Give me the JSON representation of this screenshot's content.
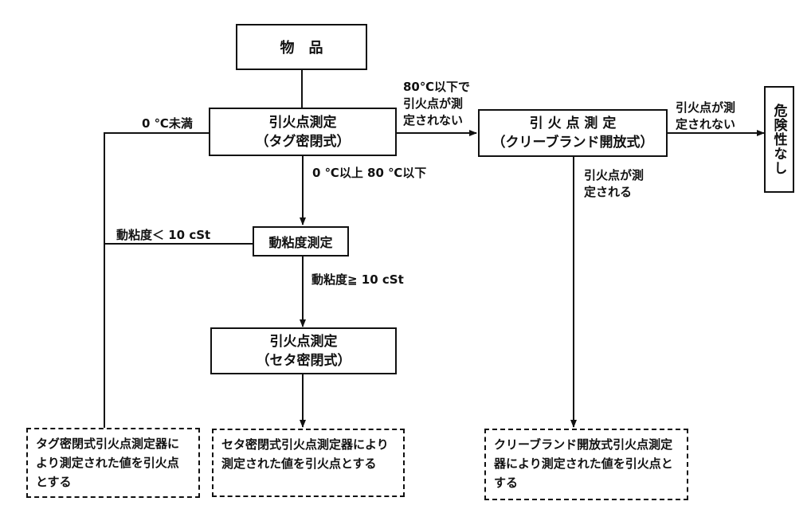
{
  "nodes": {
    "item": "物　品",
    "tag_test": {
      "line1": "引火点測定",
      "line2": "（タグ密閉式）"
    },
    "cleveland_test": {
      "line1": "引 火 点 測 定",
      "line2": "（クリーブランド開放式）"
    },
    "no_danger": "危険性なし",
    "viscosity": "動粘度測定",
    "seta_test": {
      "line1": "引火点測定",
      "line2": "（セタ密閉式）"
    },
    "result_tag": "タグ密閉式引火点測定器により測定された値を引火点とする",
    "result_seta": "セタ密閉式引火点測定器により測定された値を引火点とする",
    "result_cleveland": "クリーブランド開放式引火点測定器により測定された値を引火点とする"
  },
  "labels": {
    "below_zero": "0 ℃未満",
    "zero_to_80": "0 ℃以上 80 ℃以下",
    "above_80_line1": "80℃以下で",
    "above_80_line2": "引火点が測",
    "above_80_line3": "定されない",
    "not_detected_line1": "引火点が測",
    "not_detected_line2": "定されない",
    "detected_line1": "引火点が測",
    "detected_line2": "定される",
    "visc_low": "動粘度＜ 10 cSt",
    "visc_high": "動粘度≧ 10 cSt"
  }
}
